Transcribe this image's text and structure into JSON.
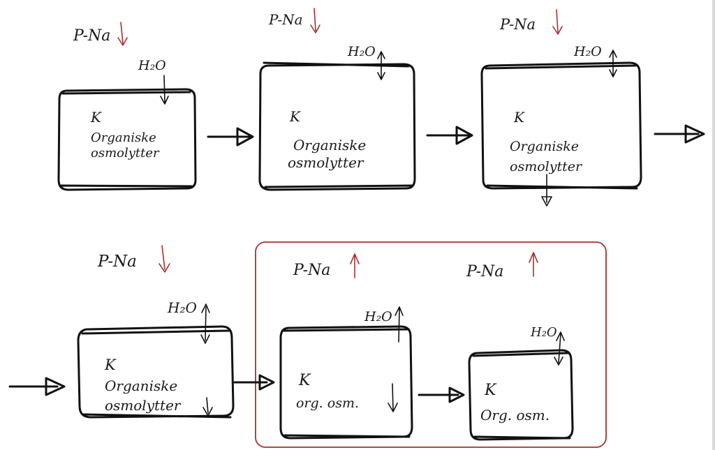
{
  "labels": {
    "p_na": "P-Na",
    "water": "H₂O",
    "cation": "K",
    "organic_line1": "Organiske",
    "organic_line2": "osmolytter",
    "org_abbrev": "Org. osm.",
    "org_abbrev_lower": "org. osm."
  },
  "colors": {
    "ink": "#111111",
    "accent": "#a8302e"
  },
  "icons": {
    "down": "arrow-down-icon",
    "up": "arrow-up-icon",
    "bidirectional": "arrow-updown-icon",
    "flow": "flow-arrow-icon"
  }
}
